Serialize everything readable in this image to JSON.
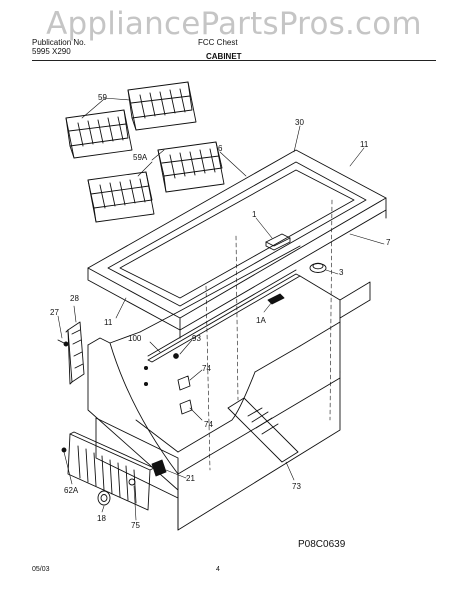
{
  "watermark": "AppliancePartsPros.com",
  "header": {
    "left_top": "Publication No.",
    "left_bottom": "5995 X290",
    "right_top": "FCC Chest",
    "center_title": "CABINET"
  },
  "callouts": [
    "59",
    "30",
    "11",
    "6",
    "59A",
    "1",
    "7",
    "3",
    "28",
    "27",
    "11",
    "1A",
    "100",
    "93",
    "74",
    "74",
    "73",
    "62A",
    "21",
    "18",
    "75"
  ],
  "figure_id": "P08C0639",
  "footer": {
    "date": "05/03",
    "page": "4"
  },
  "colors": {
    "ink": "#111111",
    "watermark": "#9a9a9a"
  }
}
